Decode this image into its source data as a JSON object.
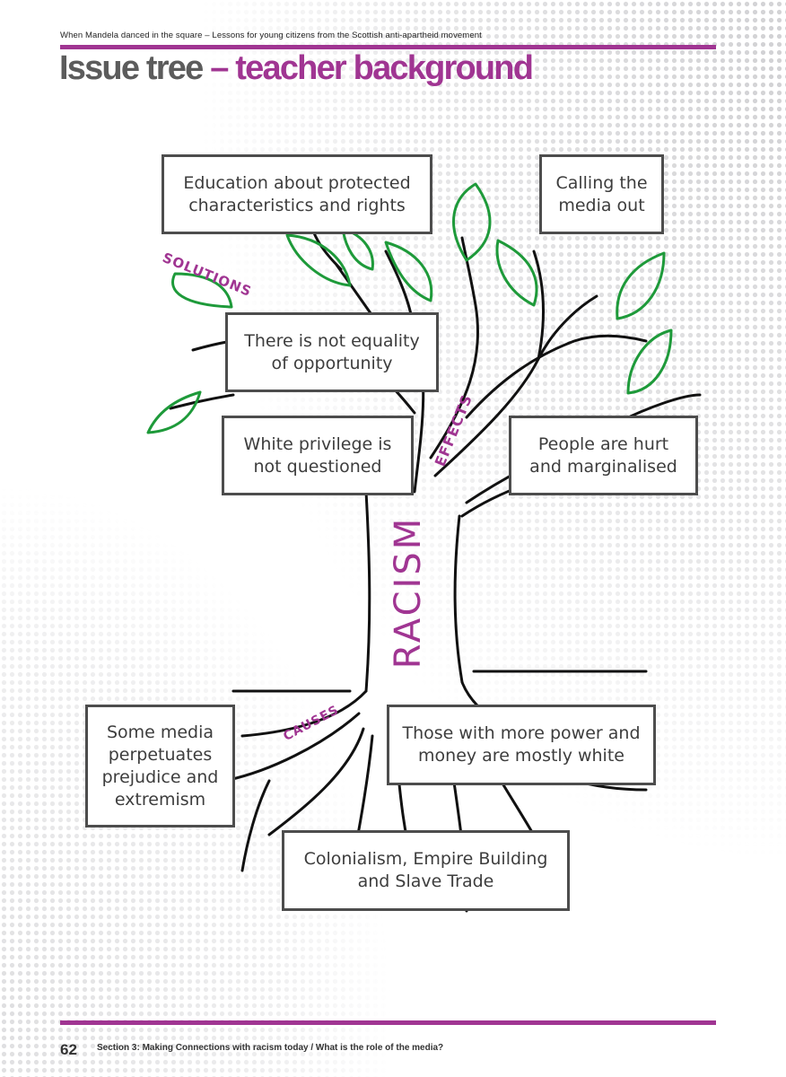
{
  "header": {
    "running_title": "When Mandela danced in the square – Lessons for young citizens from the Scottish anti-apartheid movement"
  },
  "title": {
    "main": "Issue tree",
    "accent": "– teacher background"
  },
  "tree_labels": {
    "solutions": "SOLUTIONS",
    "effects": "EFFECTS",
    "trunk": "RACISM",
    "causes": "CAUSES"
  },
  "boxes": {
    "education": "Education about protected\ncharacteristics and rights",
    "media_out": "Calling the\nmedia out",
    "equality": "There is not equality\nof opportunity",
    "privilege": "White privilege is\nnot questioned",
    "hurt": "People are hurt\nand marginalised",
    "media_prejudice": "Some media\nperpetuates\nprejudice and\nextremism",
    "power": "Those with more power and\nmoney are mostly white",
    "colonialism": "Colonialism, Empire Building\nand Slave Trade"
  },
  "footer": {
    "page_number": "62",
    "section": "Section 3: Making Connections with racism today / What is the role of the media?"
  },
  "colors": {
    "accent": "#a03592",
    "title_grey": "#5c5c5c",
    "leaf_green": "#1e9a3a",
    "ink": "#111111",
    "box_border": "#4d4d4d"
  }
}
